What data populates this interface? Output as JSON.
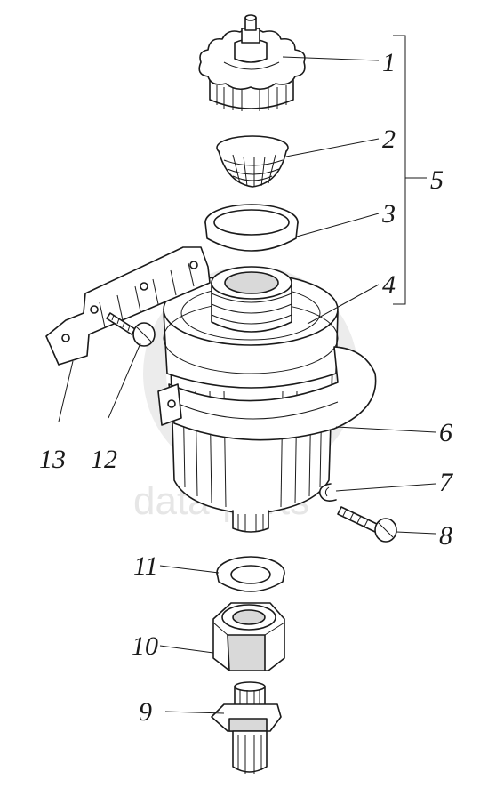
{
  "watermark": "data-parts",
  "callouts": [
    {
      "id": "1",
      "text": "1"
    },
    {
      "id": "2",
      "text": "2"
    },
    {
      "id": "3",
      "text": "3"
    },
    {
      "id": "4",
      "text": "4"
    },
    {
      "id": "5",
      "text": "5"
    },
    {
      "id": "6",
      "text": "6"
    },
    {
      "id": "7",
      "text": "7"
    },
    {
      "id": "8",
      "text": "8"
    },
    {
      "id": "9",
      "text": "9"
    },
    {
      "id": "10",
      "text": "10"
    },
    {
      "id": "11",
      "text": "11"
    },
    {
      "id": "12",
      "text": "12"
    },
    {
      "id": "13",
      "text": "13"
    }
  ]
}
